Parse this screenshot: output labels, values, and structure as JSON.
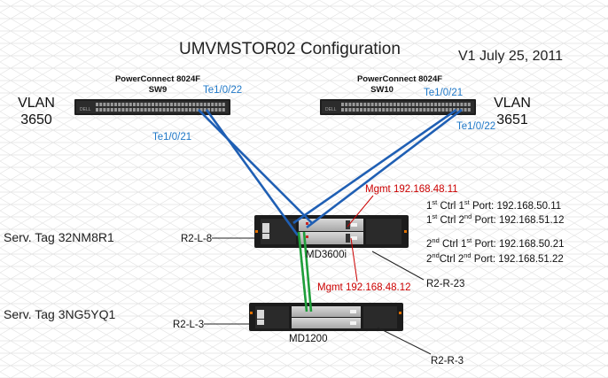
{
  "diagram": {
    "title": "UMVMSTOR02 Configuration",
    "version": "V1 July 25, 2011"
  },
  "switches": [
    {
      "model": "PowerConnect 8024F",
      "name": "SW9"
    },
    {
      "model": "PowerConnect 8024F",
      "name": "SW10"
    }
  ],
  "vlans": [
    {
      "line1": "VLAN",
      "line2": "3650"
    },
    {
      "line1": "VLAN",
      "line2": "3651"
    }
  ],
  "ports": {
    "sw9_top": "Te1/0/22",
    "sw9_bottom": "Te1/0/21",
    "sw10_top": "Te1/0/21",
    "sw10_bottom": "Te1/0/22"
  },
  "mgmt": [
    "Mgmt 192.168.48.11",
    "Mgmt 192.168.48.12"
  ],
  "ip_list": [
    " Port: 192.168.50.11",
    " Port: 192.168.51.12",
    " Port: 192.168.50.21",
    " Port: 192.168.51.22"
  ],
  "service_tags": [
    "Serv. Tag 32NM8R1",
    "Serv. Tag 3NG5YQ1"
  ],
  "rack_labels": {
    "r2_l_8": "R2-L-8",
    "r2_l_3": "R2-L-3",
    "r2_r_23": "R2-R-23",
    "r2_r_3": "R2-R-3"
  },
  "arrays": [
    "MD3600i",
    "MD1200"
  ],
  "colors": {
    "iscsi_cable": "#1f5fb4",
    "sas_cable": "#1f9e3a",
    "mgmt_text": "#cc0000",
    "port_text": "#1f78c8"
  }
}
